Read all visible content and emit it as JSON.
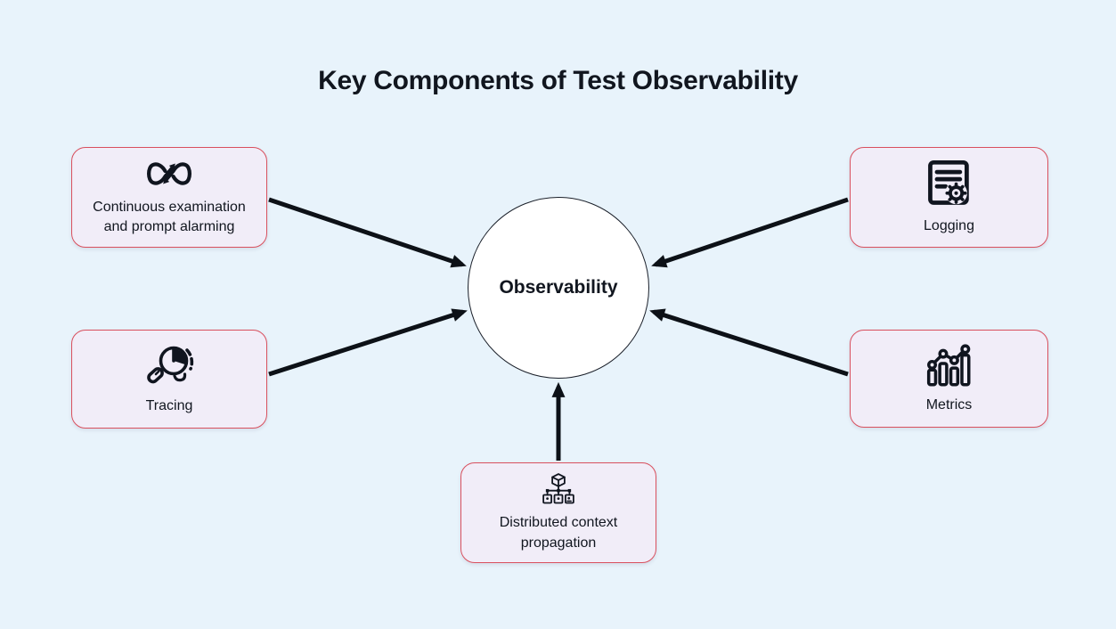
{
  "title": "Key Components of Test Observability",
  "center": {
    "label": "Observability"
  },
  "nodes": [
    {
      "id": "continuous",
      "label": "Continuous examination and prompt alarming",
      "icon": "infinity-arrows-icon"
    },
    {
      "id": "tracing",
      "label": "Tracing",
      "icon": "magnifier-pie-chart-icon"
    },
    {
      "id": "logging",
      "label": "Logging",
      "icon": "document-gear-icon"
    },
    {
      "id": "metrics",
      "label": "Metrics",
      "icon": "bar-chart-trend-icon"
    },
    {
      "id": "distributed",
      "label": "Distributed context propagation",
      "icon": "distributed-nodes-icon"
    }
  ],
  "connections": [
    {
      "from": "continuous",
      "to": "observability"
    },
    {
      "from": "tracing",
      "to": "observability"
    },
    {
      "from": "logging",
      "to": "observability"
    },
    {
      "from": "metrics",
      "to": "observability"
    },
    {
      "from": "distributed",
      "to": "observability"
    }
  ],
  "colors": {
    "background": "#e8f3fb",
    "box_fill": "#f1edf8",
    "box_border": "#d9505e",
    "arrow": "#0d1117",
    "circle_fill": "#ffffff",
    "circle_border": "#1a1f29",
    "text": "#11161f"
  }
}
